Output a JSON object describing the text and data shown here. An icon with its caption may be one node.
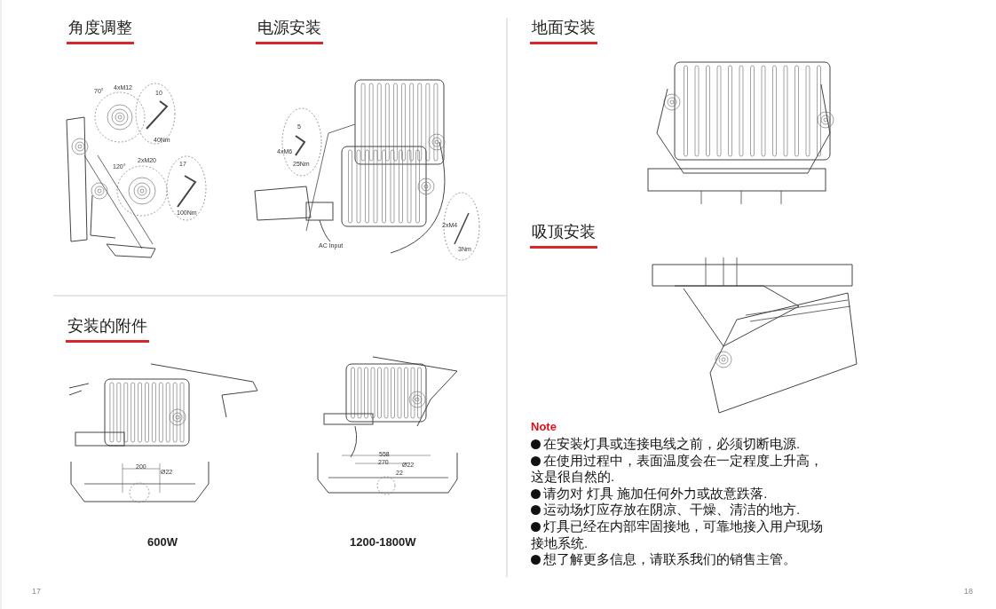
{
  "diagram": {
    "labels": [
      "角度调整",
      "电源安装",
      "地面安装",
      "70°",
      "4xM12",
      "10",
      "40Nm",
      "120°",
      "2xM20",
      "17",
      "100Nm",
      "5",
      "4xM6",
      "25Nm",
      "AC Input",
      "2xM4",
      "3Nm",
      "吸顶安装",
      "安装的附件",
      "200",
      "Ø22",
      "558",
      "270",
      "Ø22",
      "22",
      "600W",
      "1200-1800W",
      "Note",
      "在安装灯具或连接电线之前，必须切断电源.",
      "在使用过程中，表面温度会在一定程度上升高，这是很自然的.",
      "请勿对 灯具 施加任何外力或故意跌落.",
      "运动场灯应存放在阴凉、干燥、清洁的地方.",
      "灯具已经在内部牢固接地，可靠地接入用户现场接地系统.",
      "想了解更多信息，请联系我们的销售主管。",
      "17",
      "18"
    ]
  }
}
